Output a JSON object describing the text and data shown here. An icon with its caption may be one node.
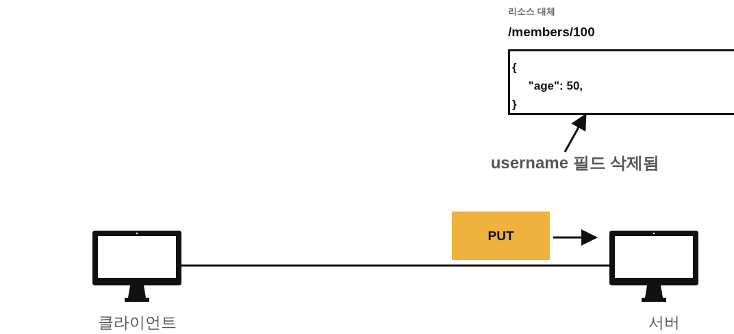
{
  "diagram": {
    "nodes": [
      {
        "text": [],
        "shape": "monitor",
        "beside": [
          "클라이언트"
        ]
      },
      {
        "text": [],
        "shape": "monitor",
        "beside": [
          "서버"
        ]
      },
      {
        "text": [
          "PUT"
        ]
      },
      {
        "text": [
          "리소스 대체",
          "/members/100",
          "{ \"age\": 50, }"
        ]
      },
      {
        "text": [
          "username 필드 삭제됨"
        ]
      }
    ],
    "edges": [
      {
        "from": 0,
        "to": 1,
        "arrow": "none"
      },
      {
        "from": 2,
        "to": 1,
        "arrow": "to"
      },
      {
        "from": 4,
        "to": 3,
        "arrow": "to"
      }
    ]
  }
}
